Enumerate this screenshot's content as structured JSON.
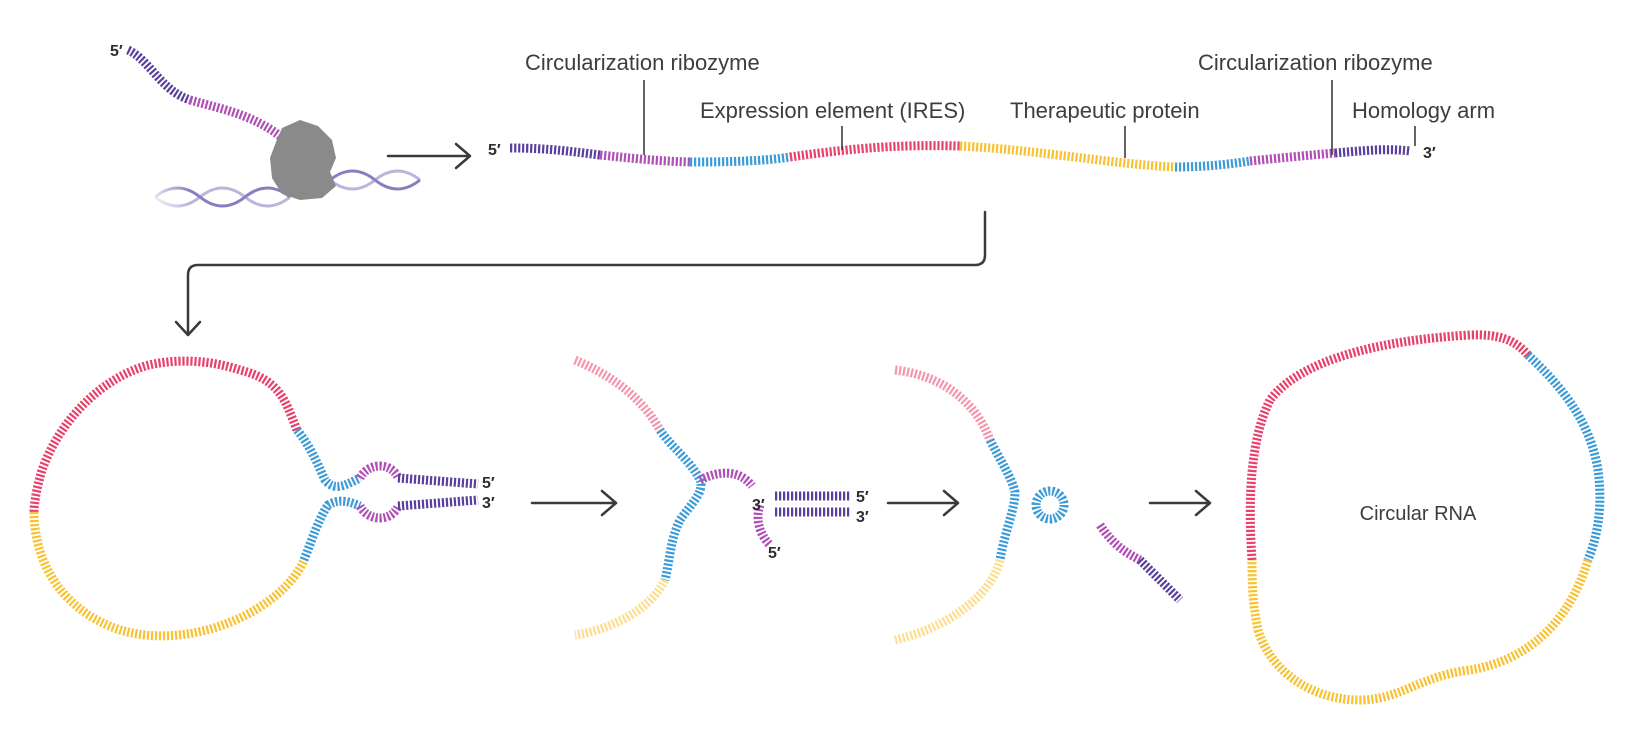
{
  "colors": {
    "homology": "#5b3f9c",
    "ribozyme": "#b050b6",
    "ires": "#3d9bd6",
    "therapeutic": "#f7c234",
    "expression": "#e8416b",
    "protein": "#8a8a8a",
    "arrow": "#3a3a3a",
    "text": "#3d3d3d"
  },
  "labels": {
    "circ_ribozyme_left": "Circularization ribozyme",
    "expression_element": "Expression element (IRES)",
    "therapeutic_protein": "Therapeutic protein",
    "circ_ribozyme_right": "Circularization ribozyme",
    "homology_arm": "Homology arm",
    "circular_rna": "Circular RNA"
  },
  "ends": {
    "five_prime": "5′",
    "three_prime": "3′"
  },
  "icons": [
    "transcription-complex-icon",
    "dna-helix-icon",
    "process-arrow-icon"
  ]
}
